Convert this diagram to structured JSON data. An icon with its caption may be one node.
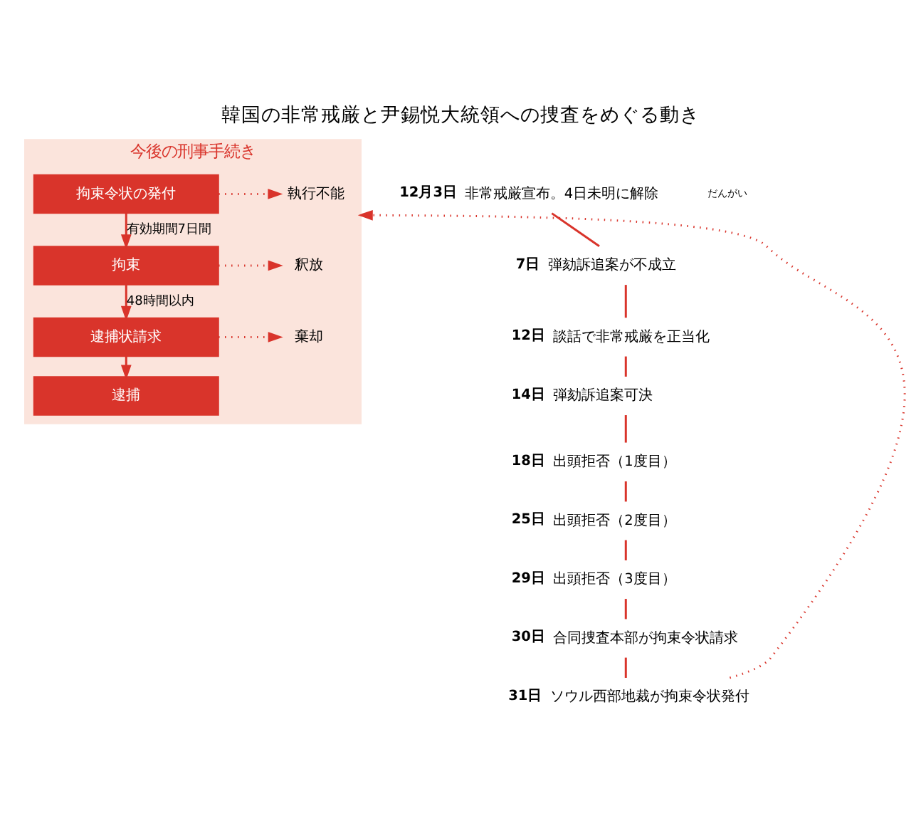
{
  "diagram": {
    "title": "韓国の非常戒厳と尹錫悦大統領への捜査をめぐる動き",
    "nodes": [
      {
        "text": [
          "非常戒厳宣布。4日未明に解除"
        ],
        "beside": [
          "12月3日"
        ]
      },
      {
        "text": [
          "弾劾訴追案が不成立"
        ],
        "beside": [
          "7日"
        ]
      },
      {
        "text": [
          "談話で非常戒厳を正当化"
        ],
        "beside": [
          "12日"
        ]
      },
      {
        "text": [
          "弾劾訴追案可決"
        ],
        "beside": [
          "14日"
        ]
      },
      {
        "text": [
          "出頭拒否（1度目）"
        ],
        "beside": [
          "18日"
        ]
      },
      {
        "text": [
          "出頭拒否（2度目）"
        ],
        "beside": [
          "25日"
        ]
      },
      {
        "text": [
          "出頭拒否（3度目）"
        ],
        "beside": [
          "29日"
        ]
      },
      {
        "text": [
          "合同捜査本部が拘束令状請求"
        ],
        "beside": [
          "30日"
        ]
      },
      {
        "text": [
          "ソウル西部地裁が拘束令状発付"
        ],
        "beside": [
          "31日"
        ]
      },
      {
        "text": [
          "今後の刑事手続き"
        ]
      },
      {
        "text": [
          "拘束令状の発付"
        ],
        "in": 9
      },
      {
        "text": [
          "執行不能"
        ],
        "in": 9
      },
      {
        "text": [
          "拘束"
        ],
        "in": 9
      },
      {
        "text": [
          "釈放"
        ],
        "in": 9
      },
      {
        "text": [
          "逮捕状請求"
        ],
        "in": 9
      },
      {
        "text": [
          "棄却"
        ],
        "in": 9
      },
      {
        "text": [
          "逮捕"
        ],
        "in": 9
      }
    ],
    "edges": [
      {
        "from": 0,
        "to": 1,
        "arrow": "none"
      },
      {
        "from": 1,
        "to": 2,
        "arrow": "none"
      },
      {
        "from": 2,
        "to": 3,
        "arrow": "none"
      },
      {
        "from": 3,
        "to": 4,
        "arrow": "none"
      },
      {
        "from": 4,
        "to": 5,
        "arrow": "none"
      },
      {
        "from": 5,
        "to": 6,
        "arrow": "none"
      },
      {
        "from": 6,
        "to": 7,
        "arrow": "none"
      },
      {
        "from": 7,
        "to": 8,
        "arrow": "none"
      },
      {
        "from": 8,
        "to": 9,
        "arrow": "to",
        "style": "dashed"
      },
      {
        "from": 10,
        "to": 12,
        "arrow": "to",
        "label": "有効期間7日間"
      },
      {
        "from": 10,
        "to": 11,
        "arrow": "to",
        "style": "dashed"
      },
      {
        "from": 12,
        "to": 14,
        "arrow": "to",
        "label": "48時間以内"
      },
      {
        "from": 12,
        "to": 13,
        "arrow": "to",
        "style": "dashed"
      },
      {
        "from": 14,
        "to": 16,
        "arrow": "to"
      },
      {
        "from": 14,
        "to": 15,
        "arrow": "to",
        "style": "dashed"
      }
    ],
    "labels": [
      "だんがい"
    ]
  }
}
